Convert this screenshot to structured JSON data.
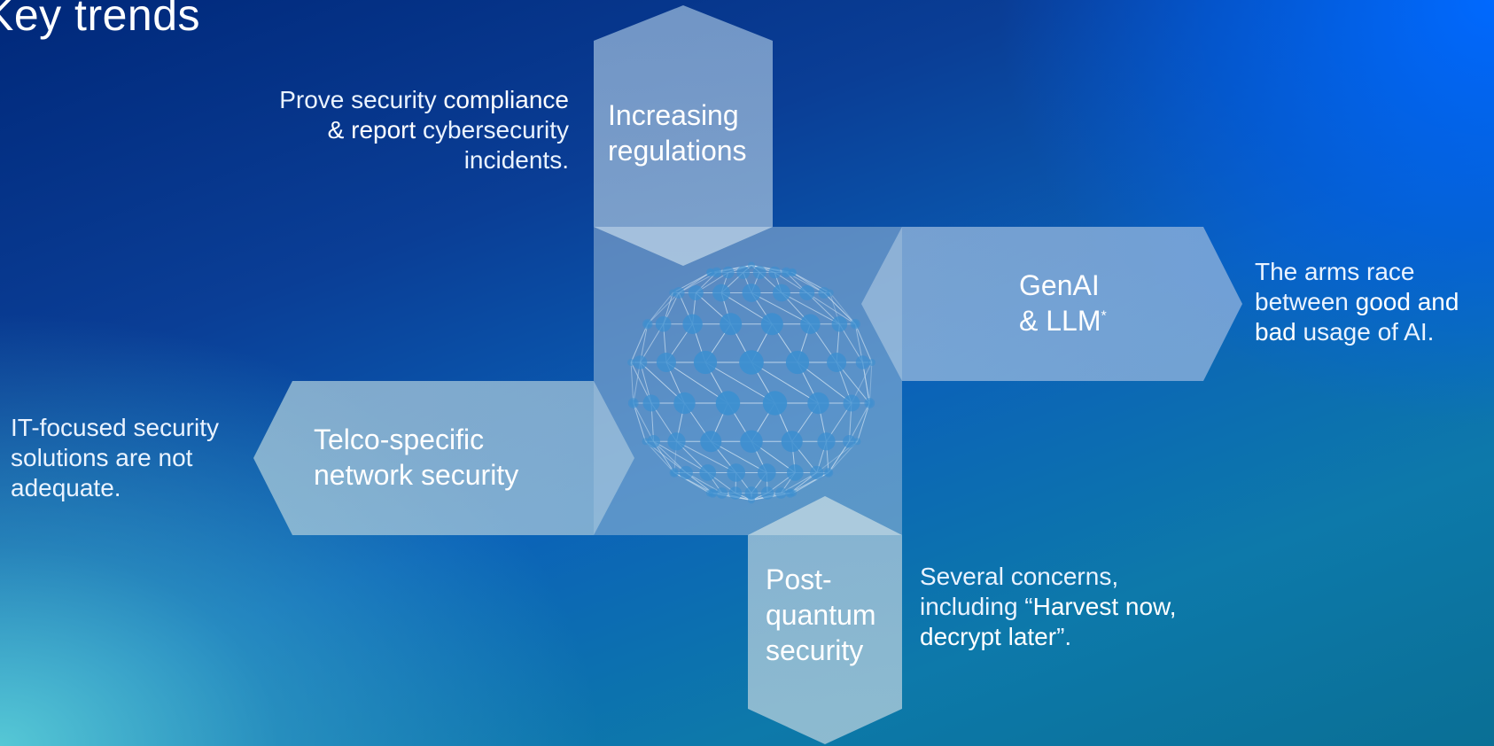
{
  "title": "Key trends",
  "trends": {
    "regulations": {
      "label_line1": "Increasing",
      "label_line2": "regulations",
      "desc_pre": "Prove security ",
      "desc_hl1": "compliance",
      "desc_hl2": "& report",
      "desc_mid": " cybersecurity",
      "desc_end": "incidents."
    },
    "genai": {
      "label_line1": "GenAI",
      "label_line2": "& LLM",
      "label_sup": "*",
      "desc_line1": "The arms race",
      "desc_pre2": "between ",
      "desc_hl1": "good and",
      "desc_hl2": "bad",
      "desc_end": " usage of AI."
    },
    "telco": {
      "label_line1": "Telco-specific",
      "label_line2": "network security",
      "desc_line1": "IT-focused security",
      "desc_line2": "solutions are not",
      "desc_line3": "adequate."
    },
    "quantum": {
      "label_line1": "Post-",
      "label_line2": "quantum",
      "label_line3": "security",
      "desc_line1": "Several concerns,",
      "desc_pre2": "including  “",
      "desc_hl1": "Harvest now,",
      "desc_hl2": "decrypt later",
      "desc_end": "”."
    }
  },
  "colors": {
    "panel_light": "#8fb8d8",
    "panel_mid": "#7aa7cf",
    "panel_center": "#6f9fca",
    "node": "#3d8fd0",
    "edge": "#d8e8f5"
  },
  "icons": {
    "center": "network-sphere-icon"
  }
}
